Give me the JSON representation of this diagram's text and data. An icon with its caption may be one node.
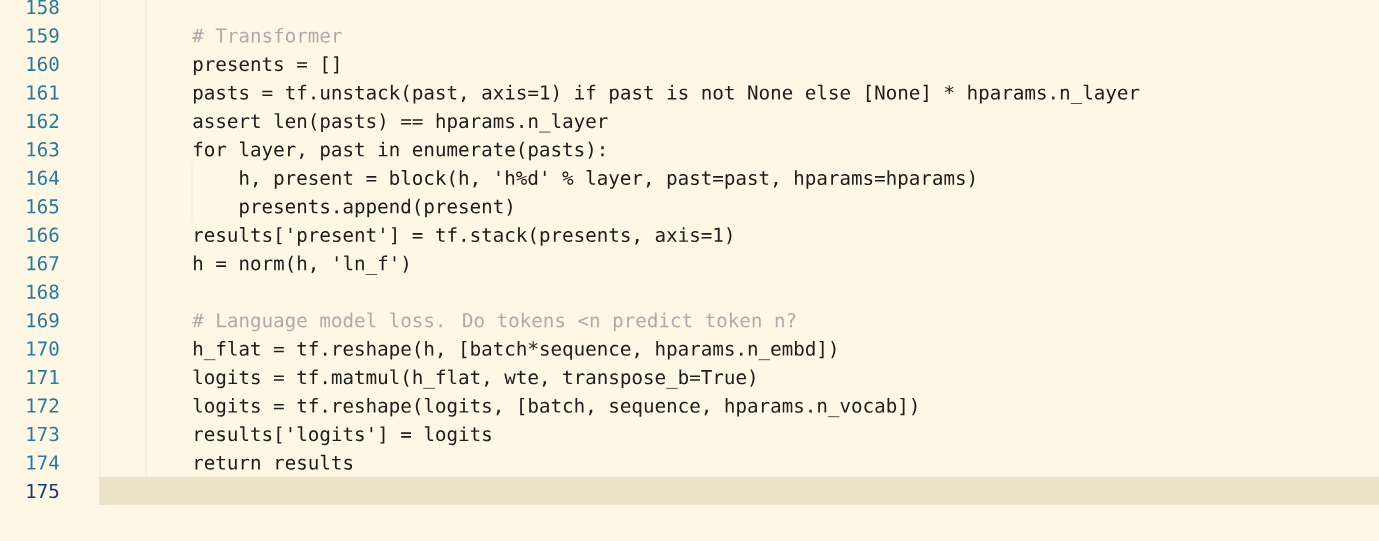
{
  "diagram": {
    "labels": [
      "158",
      "159",
      "# Transformer",
      "160",
      "presents = []",
      "161",
      "pasts = tf.unstack(past, axis=1) if past is not None else [None] * hparams.n_layer",
      "162",
      "assert len(pasts) == hparams.n_layer",
      "163",
      "for layer, past in enumerate(pasts):",
      "164",
      "h, present = block(h, 'h%d' % layer, past=past, hparams=hparams)",
      "165",
      "presents.append(present)",
      "166",
      "results['present'] = tf.stack(presents, axis=1)",
      "167",
      "h = norm(h, 'ln_f')",
      "168",
      "169",
      "# Language model loss.  Do tokens <n predict token n?",
      "170",
      "h_flat = tf.reshape(h, [batch*sequence, hparams.n_embd])",
      "171",
      "logits = tf.matmul(h_flat, wte, transpose_b=True)",
      "172",
      "logits = tf.reshape(logits, [batch, sequence, hparams.n_vocab])",
      "173",
      "results['logits'] = logits",
      "174",
      "return results",
      "175"
    ]
  }
}
